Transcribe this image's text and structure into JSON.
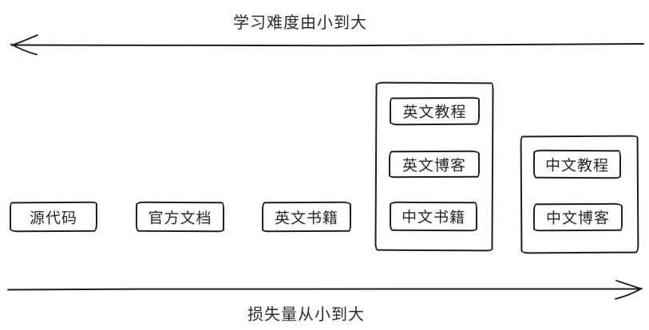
{
  "diagram": {
    "top_axis": {
      "label": "学习难度由小到大",
      "direction": "left"
    },
    "bottom_axis": {
      "label": "损失量从小到大",
      "direction": "right"
    },
    "standalone_boxes": [
      {
        "label": "源代码"
      },
      {
        "label": "官方文档"
      },
      {
        "label": "英文书籍"
      }
    ],
    "groups": [
      {
        "name": "english-chinese-group",
        "items": [
          {
            "label": "英文教程"
          },
          {
            "label": "英文博客"
          },
          {
            "label": "中文书籍"
          }
        ]
      },
      {
        "name": "chinese-group",
        "items": [
          {
            "label": "中文教程"
          },
          {
            "label": "中文博客"
          }
        ]
      }
    ],
    "colors": {
      "ink": "#1f1f1f",
      "background": "#ffffff"
    }
  }
}
